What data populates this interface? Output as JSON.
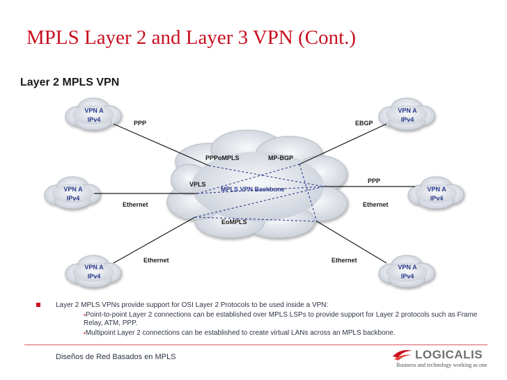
{
  "slide": {
    "title": "MPLS Layer 2 and Layer 3 VPN (Cont.)",
    "subtitle": "Layer 2 MPLS VPN",
    "footer": "Diseños de Red Basados en MPLS"
  },
  "diagram": {
    "backbone_label": "MPLS VPN Backbone",
    "sites": [
      {
        "line1": "VPN A",
        "line2": "IPv4"
      },
      {
        "line1": "VPN A",
        "line2": "IPv4"
      },
      {
        "line1": "VPN A",
        "line2": "IPv4"
      },
      {
        "line1": "VPN A",
        "line2": "IPv4"
      },
      {
        "line1": "VPN A",
        "line2": "IPv4"
      },
      {
        "line1": "VPN A",
        "line2": "IPv4"
      }
    ],
    "link_labels": {
      "ppp_left": "PPP",
      "ebgp": "EBGP",
      "pppompls": "PPPoMPLS",
      "mpbgp": "MP-BGP",
      "vpls": "VPLS",
      "ppp_right": "PPP",
      "ethernet_left": "Ethernet",
      "ethernet_right": "Ethernet",
      "eompls": "EoMPLS",
      "ethernet_bottom_left": "Ethernet",
      "ethernet_bottom_right": "Ethernet"
    },
    "colors": {
      "cloud": "#dfe3ea",
      "site_text": "#2a3a8c",
      "backbone_text": "#2a3a8c",
      "dashed": "#2a3a8c"
    }
  },
  "bullets": {
    "main": "Layer 2 MPLS VPNs provide support for OSI Layer 2 Protocols to be used inside a VPN:",
    "sub": [
      {
        "marker": "▪",
        "text": "Point-to-point Layer 2 connections can be established over MPLS LSPs to provide support for Layer 2 protocols such as Frame Relay, ATM, PPP."
      },
      {
        "marker": "▪",
        "text": "Multipoint Layer 2 connections can be established to create virtual LANs across an MPLS backbone."
      }
    ]
  },
  "logo": {
    "word": "LOGICALIS",
    "tagline": "Business and technology working as one"
  }
}
